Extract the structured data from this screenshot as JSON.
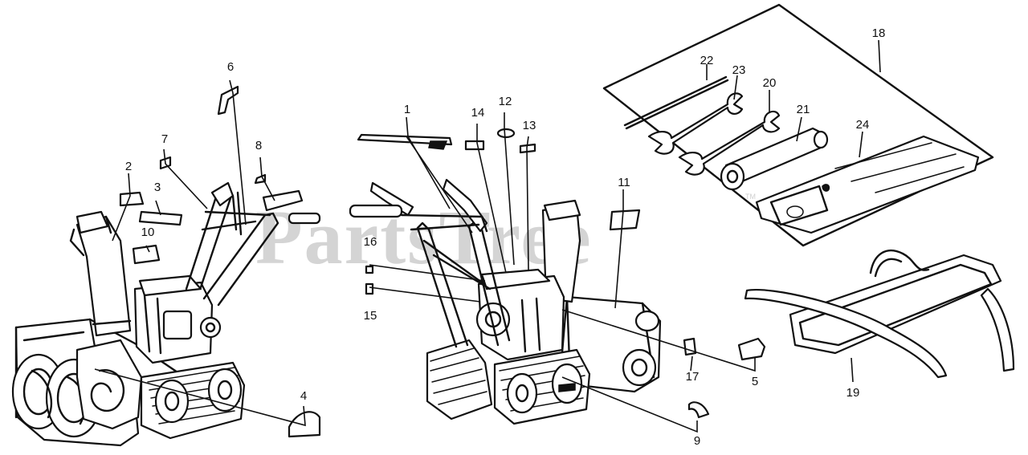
{
  "watermark": {
    "text": "PartsTree",
    "trademark": "TM"
  },
  "callouts": [
    "1",
    "2",
    "3",
    "4",
    "5",
    "6",
    "7",
    "8",
    "9",
    "10",
    "11",
    "12",
    "13",
    "14",
    "15",
    "16",
    "17",
    "18",
    "19",
    "20",
    "21",
    "22",
    "23",
    "24"
  ]
}
